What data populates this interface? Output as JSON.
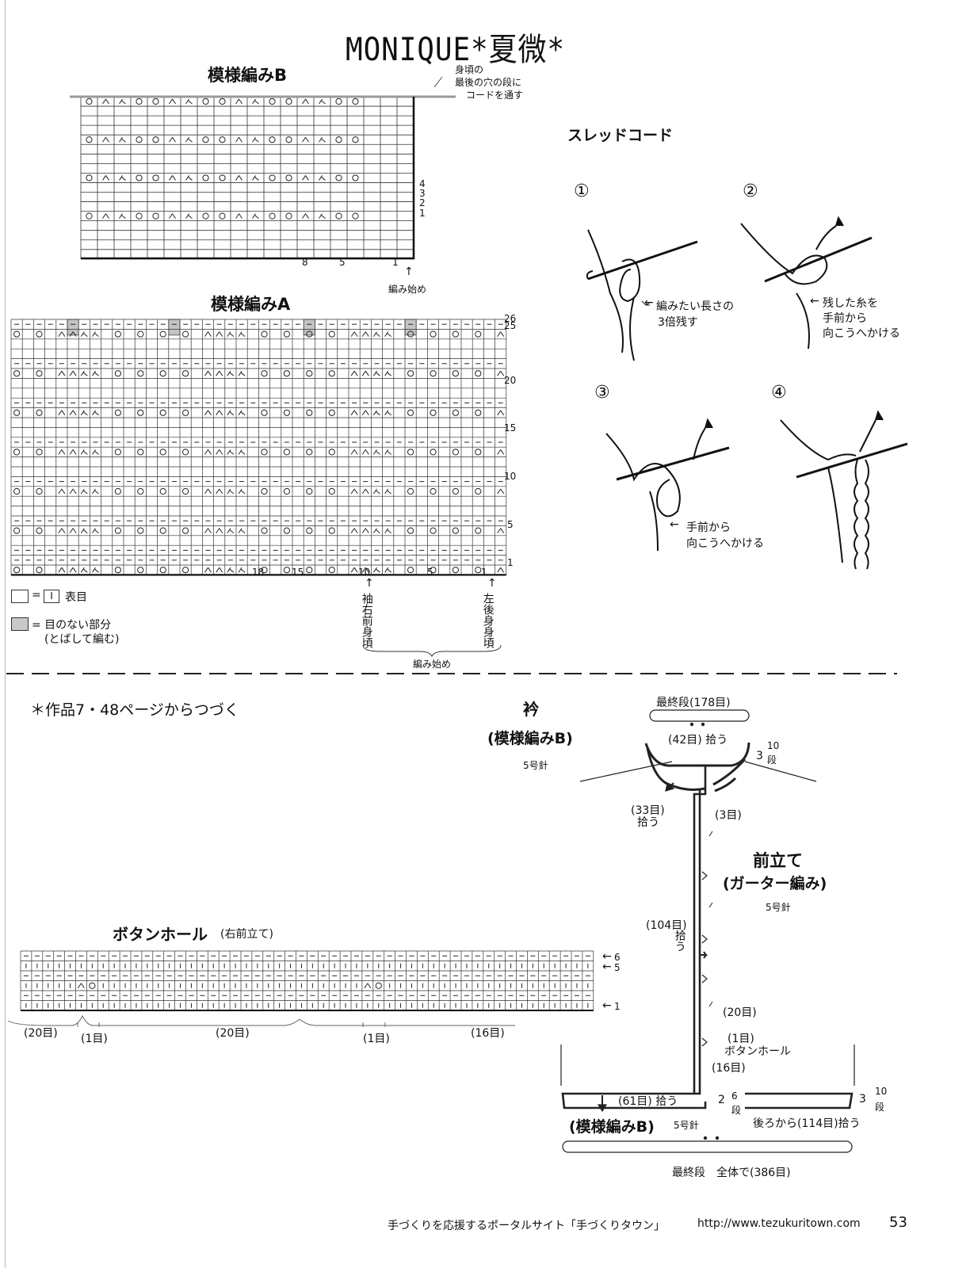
{
  "title": "MONIQUE*夏微*",
  "chart_b": {
    "title": "模様編みB",
    "note": [
      "身頃の",
      "最後の穴の段に",
      "コードを通す"
    ],
    "row_numbers": [
      "4",
      "3",
      "2",
      "1"
    ],
    "col_numbers": [
      "8",
      "5",
      "1"
    ],
    "start": "編み始め"
  },
  "chart_a": {
    "title": "模様編みA",
    "row_numbers": [
      "26",
      "25",
      "20",
      "15",
      "10",
      "5",
      "1"
    ],
    "col_numbers": [
      "18",
      "15",
      "10",
      "5",
      "1"
    ]
  },
  "legend": {
    "item1_eq": "=",
    "item1_box": "I",
    "item1_text": "表目",
    "item2_eq": "= 目のない部分",
    "item2_sub": "(とばして編む)"
  },
  "chart_a_starts": {
    "label1": "袖右前身頃",
    "label2": "左後身身頃",
    "start": "編み始め"
  },
  "cord": {
    "title": "スレッドコード",
    "step1": "①",
    "step2": "②",
    "step3": "③",
    "step4": "④",
    "note1": [
      "編みたい長さの",
      "3倍残す"
    ],
    "note2": [
      "残した糸を",
      "手前から",
      "向こうへかける"
    ],
    "note3": [
      "手前から",
      "向こうへかける"
    ]
  },
  "continue_note": "＊作品7・48ページからつづく",
  "buttonhole": {
    "title": "ボタンホール",
    "sub": "(右前立て)",
    "rows": [
      "6",
      "5",
      "1"
    ],
    "counts": [
      "(20目)",
      "(1目)",
      "(20目)",
      "(1目)",
      "(16目)"
    ]
  },
  "assembly": {
    "collar_title": "衿",
    "collar_sub": "(模様編みB)",
    "collar_needle": "5号針",
    "last_row": "最終段(178目)",
    "pick42": "(42目) 拾う",
    "rows3": "3",
    "rows10": "10",
    "dan": "段",
    "pick33": "(33目)",
    "pick33b": "拾う",
    "three": "(3目)",
    "band_title": "前立て",
    "band_sub": "(ガーター編み)",
    "band_needle": "5号針",
    "pick104": "(104目)",
    "pick104b": "拾う",
    "c20": "(20目)",
    "c1": "(1目)",
    "buttonhole": "ボタンホール",
    "c16": "(16目)",
    "pick61": "(61目) 拾う",
    "two": "2",
    "six": "6",
    "three2": "3",
    "ten2": "10",
    "back114": "後ろから(114目)拾う",
    "bottom_title": "(模様編みB)",
    "bottom_needle": "5号針",
    "bottom_last": "最終段　全体で(386目)"
  },
  "footer": {
    "text": "手づくりを応援するポータルサイト「手づくりタウン」",
    "url": "http://www.tezukuritown.com",
    "page": "53"
  }
}
